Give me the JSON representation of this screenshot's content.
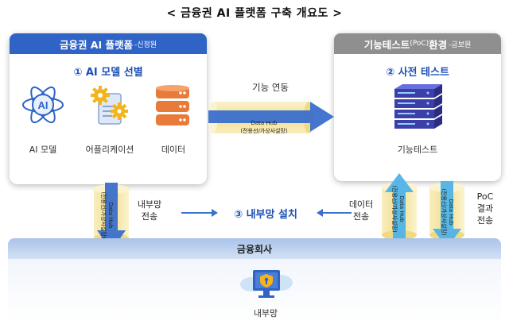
{
  "title": "< 금융권 AI 플랫폼 구축 개요도 >",
  "left_panel": {
    "header": "금융권 AI 플랫폼",
    "header_sub": "-신정원",
    "step": "① AI 모델 선별",
    "items": [
      "AI 모델",
      "어플리케이션",
      "데이터"
    ]
  },
  "right_panel": {
    "header": "기능테스트",
    "header_poc": "(PoC)",
    "header_main2": "환경",
    "header_sub": "-금보원",
    "step": "② 사전 테스트",
    "item": "기능테스트"
  },
  "link": {
    "label": "기능 연동",
    "hub_title": "Data Hub",
    "hub_sub": "(전용선/가상사설망)"
  },
  "left_vertical": {
    "hub": "Data Hub",
    "hub_sub": "(전용선/가상사설망)",
    "label_line1": "내부망",
    "label_line2": "전송"
  },
  "middle": {
    "step": "③ 내부망 설치"
  },
  "right_up": {
    "label_line1": "데이터",
    "label_line2": "전송",
    "hub": "Data Hub",
    "hub_sub": "(전용선/가상사설망)"
  },
  "right_down": {
    "hub": "Data Hub",
    "hub_sub": "(전용선/가상사설망)",
    "label_line1": "PoC",
    "label_line2": "결과",
    "label_line3": "전송"
  },
  "bottom": {
    "header": "금융회사",
    "item": "내부망"
  },
  "colors": {
    "primary_blue": "#2f63c5",
    "arrow_blue": "#3a6fcc",
    "cylinder_yellow": "#f6e7a6",
    "gray_header": "#8f8f8f",
    "sky_blue": "#4fb3e8"
  }
}
